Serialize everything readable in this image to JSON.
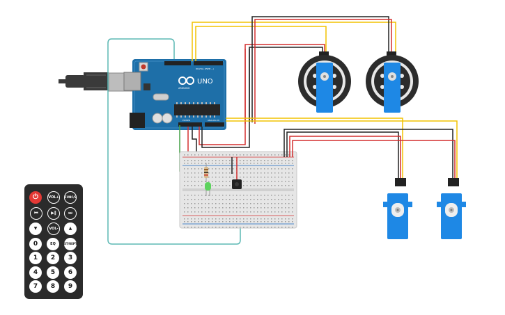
{
  "arduino": {
    "brand": "ARDUINO",
    "model": "UNO",
    "digital_label": "DIGITAL (PWM ~)",
    "analog_label": "ANALOG IN",
    "power_label": "POWER"
  },
  "remote": {
    "buttons": [
      {
        "id": "power",
        "label": "⏻"
      },
      {
        "id": "vol-up",
        "label": "VOL+"
      },
      {
        "id": "func-stop",
        "label": "FUNC/STOP"
      },
      {
        "id": "rewind",
        "label": "⏮"
      },
      {
        "id": "play-pause",
        "label": "▶‖"
      },
      {
        "id": "fast-forward",
        "label": "⏭"
      },
      {
        "id": "down",
        "label": "▼"
      },
      {
        "id": "vol-down",
        "label": "VOL-"
      },
      {
        "id": "up",
        "label": "▲"
      },
      {
        "id": "zero",
        "label": "0"
      },
      {
        "id": "eq",
        "label": "EQ"
      },
      {
        "id": "st-rept",
        "label": "ST/REPT"
      },
      {
        "id": "one",
        "label": "1"
      },
      {
        "id": "two",
        "label": "2"
      },
      {
        "id": "three",
        "label": "3"
      },
      {
        "id": "four",
        "label": "4"
      },
      {
        "id": "five",
        "label": "5"
      },
      {
        "id": "six",
        "label": "6"
      },
      {
        "id": "seven",
        "label": "7"
      },
      {
        "id": "eight",
        "label": "8"
      },
      {
        "id": "nine",
        "label": "9"
      }
    ]
  },
  "colors": {
    "wire_red": "#d32f2f",
    "wire_black": "#212121",
    "wire_yellow": "#f2c200",
    "wire_teal": "#5bb8b4",
    "wire_green": "#43a047",
    "arduino_blue": "#1e6fa8",
    "servo_blue": "#1e88e5",
    "wheel_dark": "#2c2c2c",
    "breadboard": "#e6e6e6",
    "remote_body": "#2b2b2b",
    "remote_power": "#e53935"
  }
}
